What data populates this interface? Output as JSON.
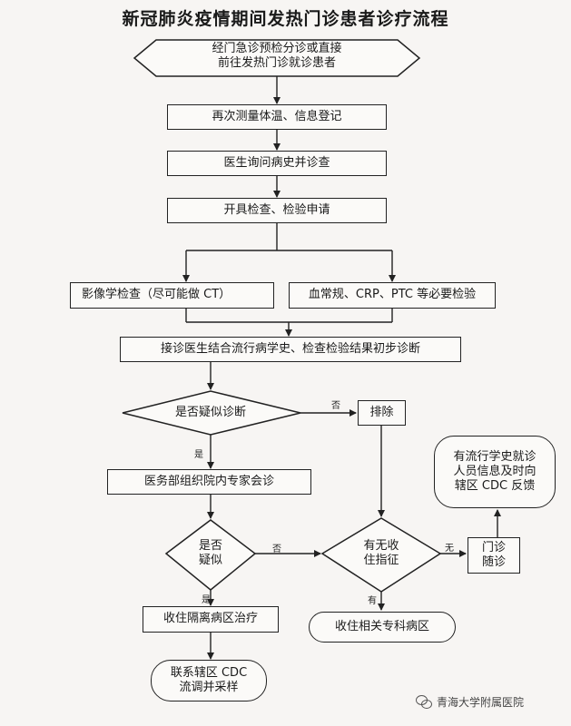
{
  "title": "新冠肺炎疫情期间发热门诊患者诊疗流程",
  "nodes": {
    "start_line1": "经门急诊预检分诊或直接",
    "start_line2": "前往发热门诊就诊患者",
    "remeasure": "再次测量体温、信息登记",
    "history": "医生询问病史并诊查",
    "exam_request": "开具检查、检验申请",
    "imaging": "影像学检查（尽可能做 CT）",
    "blood": "血常规、CRP、PTC 等必要检验",
    "prelim": "接诊医生结合流行病学史、检查检验结果初步诊断",
    "suspect_q": "是否疑似诊断",
    "exclude": "排除",
    "consult": "医务部组织院内专家会诊",
    "doubt_q_line1": "是否",
    "doubt_q_line2": "疑似",
    "indication_q_line1": "有无收",
    "indication_q_line2": "住指征",
    "followup_line1": "门诊",
    "followup_line2": "随诊",
    "report_line1": "有流行学史就诊",
    "report_line2": "人员信息及时向",
    "report_line3": "辖区 CDC 反馈",
    "isolation": "收住隔离病区治疗",
    "specialty": "收住相关专科病区",
    "cdc_line1": "联系辖区 CDC",
    "cdc_line2": "流调并采样"
  },
  "edge_labels": {
    "no1": "否",
    "yes1": "是",
    "no2": "否",
    "yes2": "是",
    "none": "无",
    "have": "有"
  },
  "watermark": {
    "icon": "wechat-icon",
    "text": "青海大学附属医院"
  }
}
